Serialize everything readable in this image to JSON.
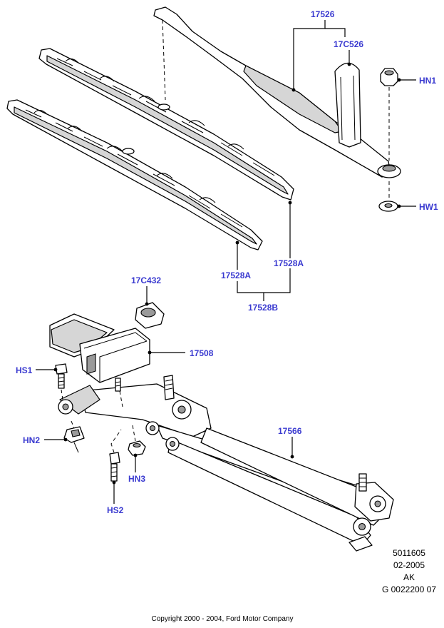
{
  "labels": {
    "p17526": "17526",
    "p17C526": "17C526",
    "pHN1": "HN1",
    "pHW1": "HW1",
    "p17528A_left": "17528A",
    "p17528A_right": "17528A",
    "p17528B": "17528B",
    "p17C432": "17C432",
    "p17508": "17508",
    "pHS1": "HS1",
    "p17566": "17566",
    "pHN2": "HN2",
    "pHN3": "HN3",
    "pHS2": "HS2"
  },
  "doc_info": {
    "number": "5011605",
    "date": "02-2005",
    "revision": "AK",
    "ref": "G 0022200 07"
  },
  "copyright": "Copyright 2000 - 2004, Ford Motor Company"
}
